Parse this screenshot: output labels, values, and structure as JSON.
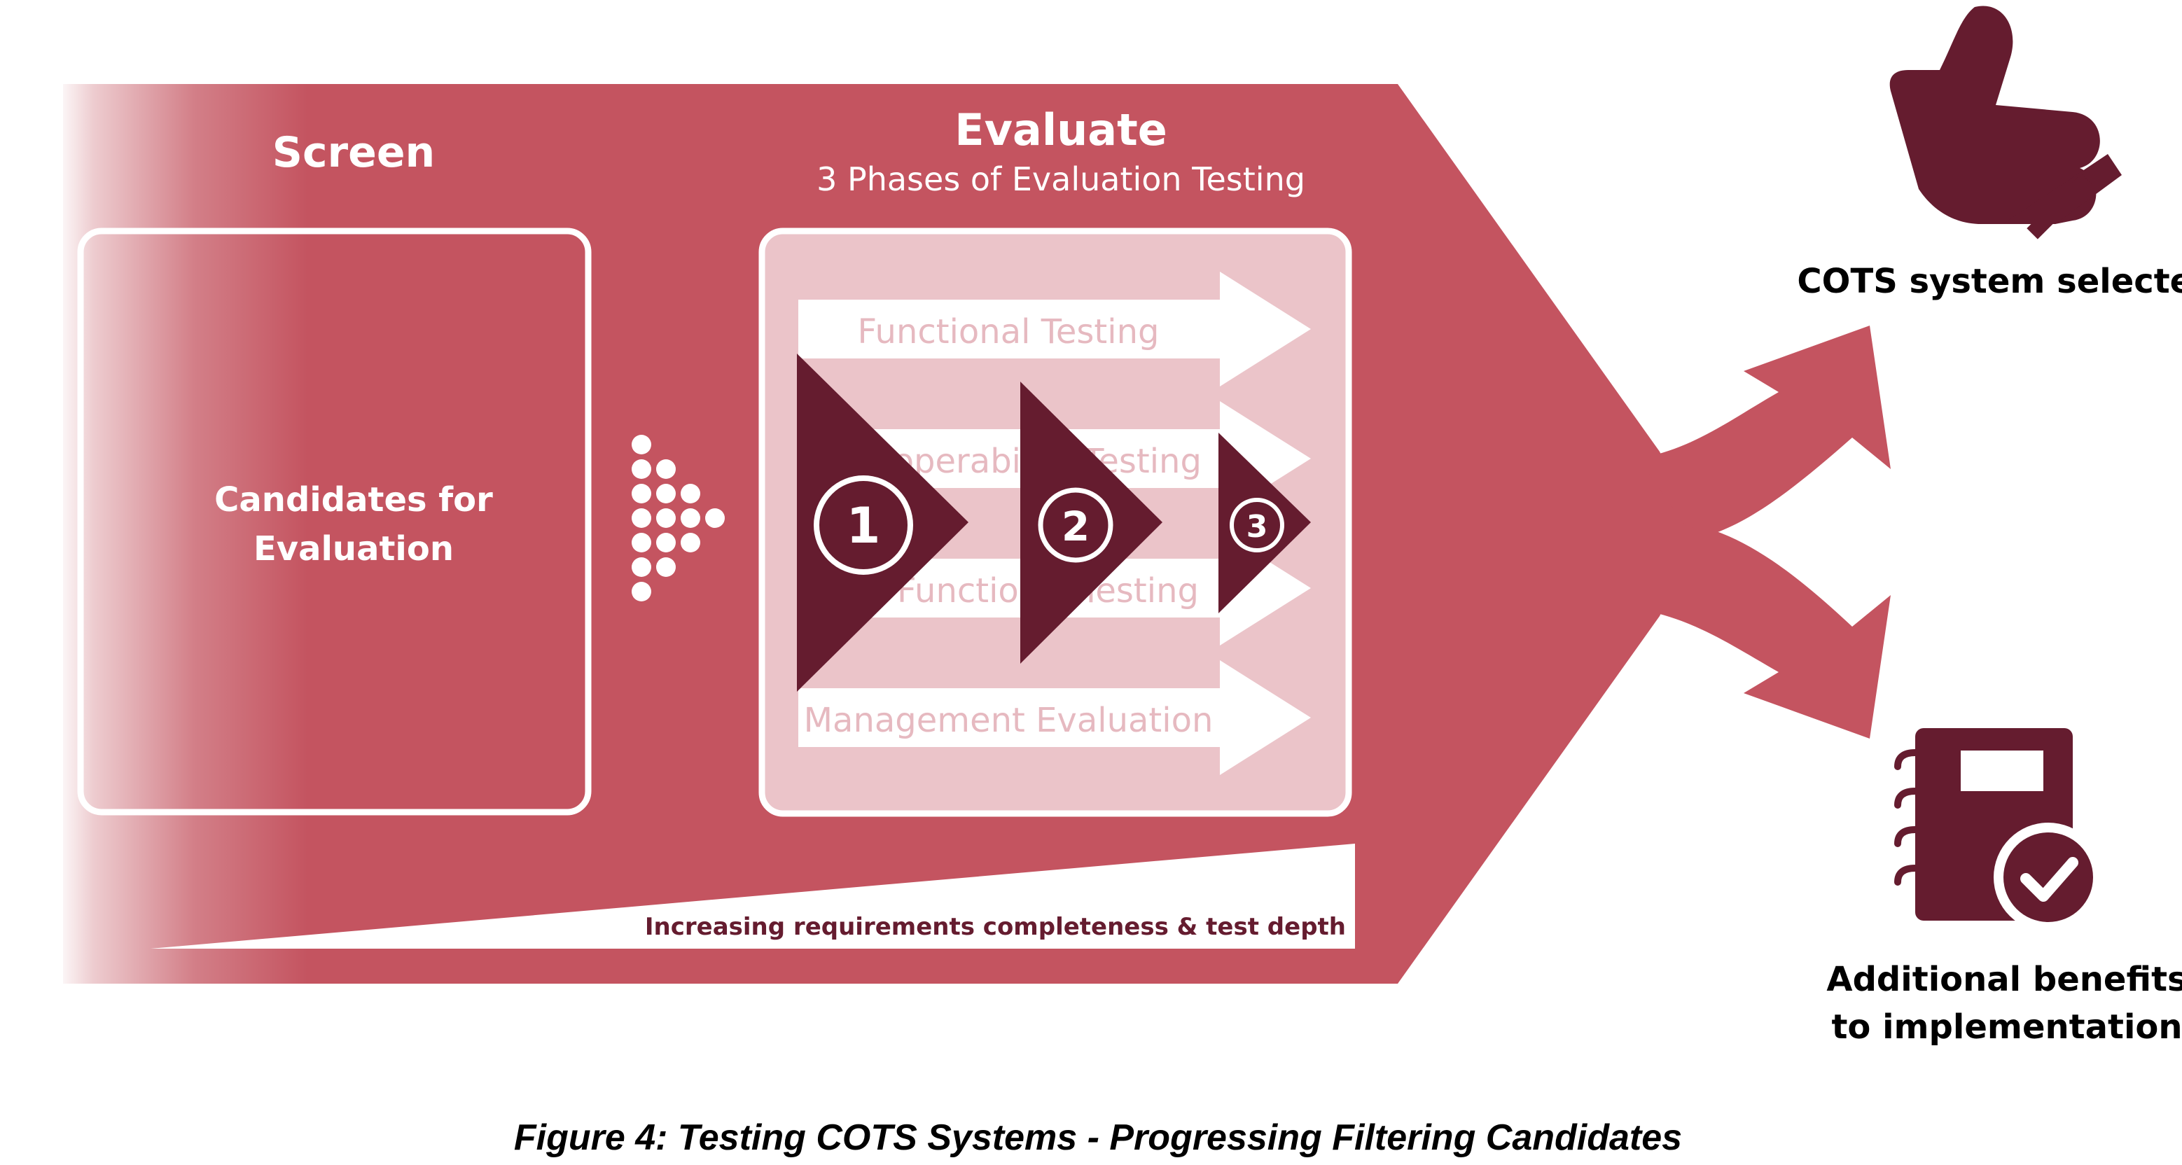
{
  "screen": {
    "title": "Screen",
    "candidates_line1": "Candidates for",
    "candidates_line2": "Evaluation"
  },
  "evaluate": {
    "title": "Evaluate",
    "subtitle": "3 Phases of Evaluation Testing",
    "rows": [
      "Functional Testing",
      "Interoperability Testing",
      "Non-Functional Testing",
      "Management Evaluation"
    ],
    "phases": [
      "1",
      "2",
      "3"
    ]
  },
  "depth_label": "Increasing requirements completeness & test depth",
  "outcomes": {
    "selected": "COTS system selected",
    "benefits_line1": "Additional benefits",
    "benefits_line2": "to implementation"
  },
  "icons": {
    "selected": "thumbs-up-icon",
    "benefits": "notebook-check-icon"
  },
  "colors": {
    "main": "#c45460",
    "dark": "#651c2f",
    "pale": "#ebc4c9"
  },
  "caption": "Figure 4: Testing COTS Systems - Progressing Filtering Candidates"
}
